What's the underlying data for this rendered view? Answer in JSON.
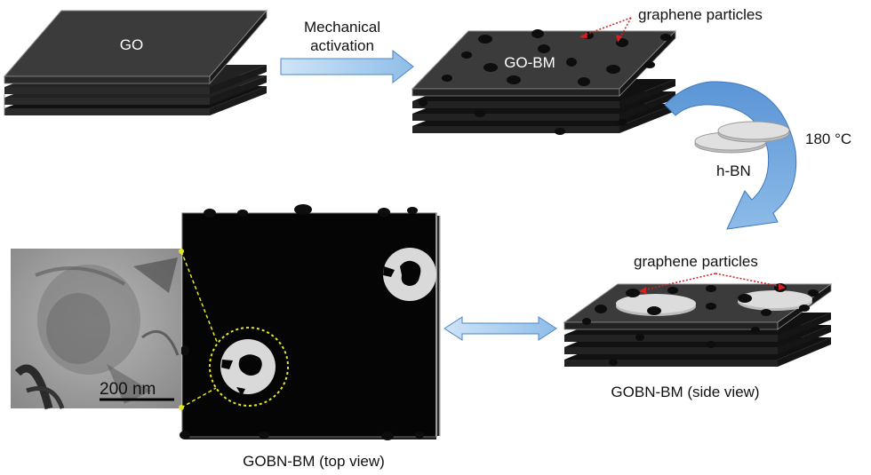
{
  "labels": {
    "go": "GO",
    "go_bm": "GO-BM",
    "mechanical_line1": "Mechanical",
    "mechanical_line2": "activation",
    "graphene_particles_top": "graphene particles",
    "temperature": "180 °C",
    "hbn": "h-BN",
    "graphene_particles_bottom": "graphene particles",
    "side_view": "GOBN-BM (side view)",
    "top_view": "GOBN-BM (top view)",
    "scale_bar": "200 nm"
  },
  "colors": {
    "slab_top": "#3d3d3d",
    "slab_dark": "#1a1a1a",
    "slab_edge": "#9a9a9a",
    "arrow_fill": "#a9cdf0",
    "arrow_stroke": "#4a86c8",
    "curved_arrow": "#6fa3dc",
    "disk": "#d8d8d8",
    "dotted_red": "#d42020",
    "dotted_yellow": "#e6e620",
    "particle": "#0d0d0d"
  }
}
